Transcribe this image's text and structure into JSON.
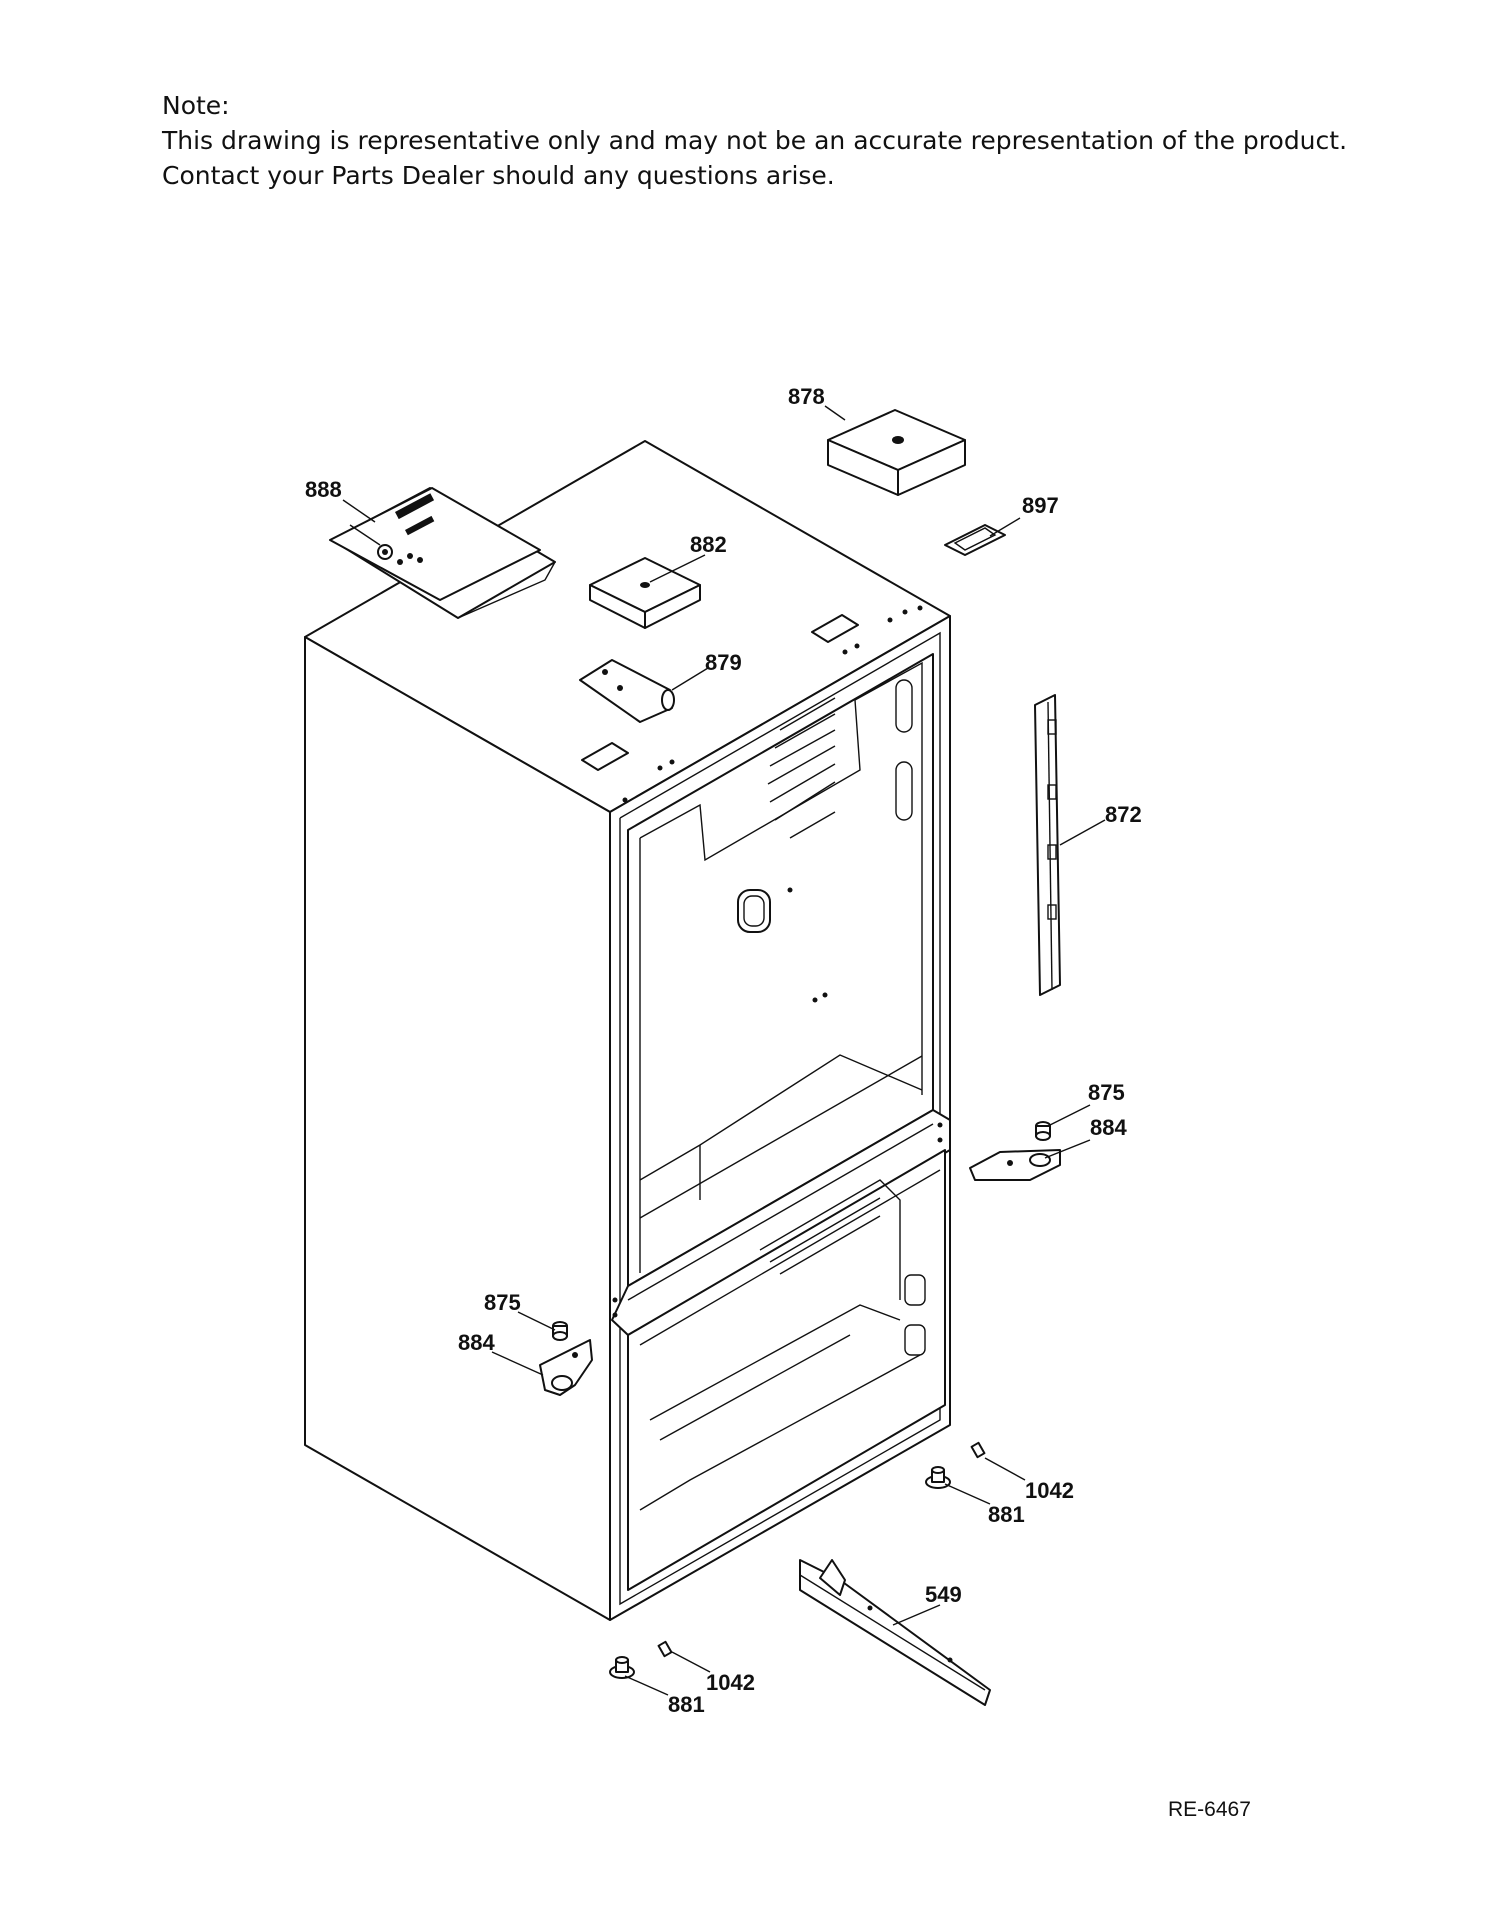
{
  "note": {
    "heading": "Note:",
    "line1": "This drawing is representative only and may not be an accurate representation of the product.",
    "line2": "Contact your Parts Dealer should any questions arise."
  },
  "part_labels": {
    "p878": "878",
    "p897": "897",
    "p888": "888",
    "p882": "882",
    "p879": "879",
    "p872": "872",
    "p875_right": "875",
    "p884_right": "884",
    "p875_left": "875",
    "p884_left": "884",
    "p1042_right": "1042",
    "p881_right": "881",
    "p549": "549",
    "p1042_bottom": "1042",
    "p881_bottom": "881"
  },
  "reference_code": "RE-6467"
}
